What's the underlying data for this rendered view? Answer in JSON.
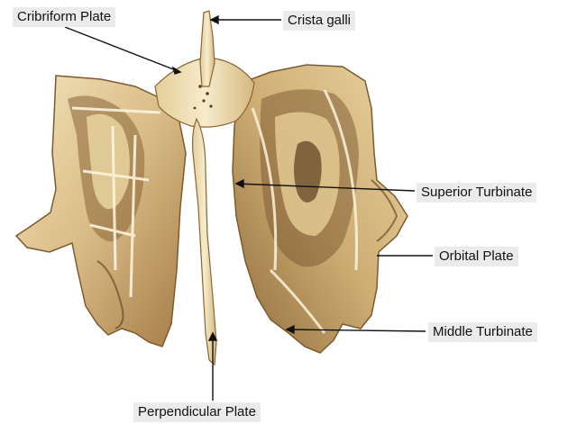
{
  "labels": {
    "cribriform_plate": "Cribriform Plate",
    "crista_galli": "Crista galli",
    "superior_turbinate": "Superior Turbinate",
    "orbital_plate": "Orbital Plate",
    "middle_turbinate": "Middle Turbinate",
    "perpendicular_plate": "Perpendicular Plate"
  },
  "colors": {
    "bone_light": "#efe0b4",
    "bone_mid": "#d2b27a",
    "bone_dark": "#8a6538",
    "cavity": "#5a3d20",
    "leader": "#111111",
    "label_bg": "#ebebeb"
  }
}
